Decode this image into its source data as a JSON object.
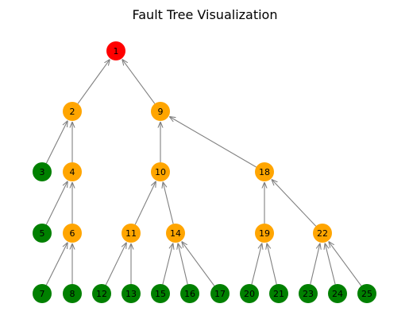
{
  "title": "Fault Tree Visualization",
  "colors": {
    "top_event": "#ff0000",
    "intermediate_event": "#ffa500",
    "basic_event": "#008000",
    "edge": "#808080"
  },
  "nodes": [
    {
      "id": "1",
      "label": "1",
      "kind": "top_event"
    },
    {
      "id": "2",
      "label": "2",
      "kind": "intermediate_event"
    },
    {
      "id": "9",
      "label": "9",
      "kind": "intermediate_event"
    },
    {
      "id": "3",
      "label": "3",
      "kind": "basic_event"
    },
    {
      "id": "4",
      "label": "4",
      "kind": "intermediate_event"
    },
    {
      "id": "10",
      "label": "10",
      "kind": "intermediate_event"
    },
    {
      "id": "18",
      "label": "18",
      "kind": "intermediate_event"
    },
    {
      "id": "5",
      "label": "5",
      "kind": "basic_event"
    },
    {
      "id": "6",
      "label": "6",
      "kind": "intermediate_event"
    },
    {
      "id": "11",
      "label": "11",
      "kind": "intermediate_event"
    },
    {
      "id": "14",
      "label": "14",
      "kind": "intermediate_event"
    },
    {
      "id": "19",
      "label": "19",
      "kind": "intermediate_event"
    },
    {
      "id": "22",
      "label": "22",
      "kind": "intermediate_event"
    },
    {
      "id": "7",
      "label": "7",
      "kind": "basic_event"
    },
    {
      "id": "8",
      "label": "8",
      "kind": "basic_event"
    },
    {
      "id": "12",
      "label": "12",
      "kind": "basic_event"
    },
    {
      "id": "13",
      "label": "13",
      "kind": "basic_event"
    },
    {
      "id": "15",
      "label": "15",
      "kind": "basic_event"
    },
    {
      "id": "16",
      "label": "16",
      "kind": "basic_event"
    },
    {
      "id": "17",
      "label": "17",
      "kind": "basic_event"
    },
    {
      "id": "20",
      "label": "20",
      "kind": "basic_event"
    },
    {
      "id": "21",
      "label": "21",
      "kind": "basic_event"
    },
    {
      "id": "23",
      "label": "23",
      "kind": "basic_event"
    },
    {
      "id": "24",
      "label": "24",
      "kind": "basic_event"
    },
    {
      "id": "25",
      "label": "25",
      "kind": "basic_event"
    }
  ],
  "edges": [
    {
      "from": "2",
      "to": "1"
    },
    {
      "from": "9",
      "to": "1"
    },
    {
      "from": "3",
      "to": "2"
    },
    {
      "from": "4",
      "to": "2"
    },
    {
      "from": "10",
      "to": "9"
    },
    {
      "from": "18",
      "to": "9"
    },
    {
      "from": "5",
      "to": "4"
    },
    {
      "from": "6",
      "to": "4"
    },
    {
      "from": "11",
      "to": "10"
    },
    {
      "from": "14",
      "to": "10"
    },
    {
      "from": "19",
      "to": "18"
    },
    {
      "from": "22",
      "to": "18"
    },
    {
      "from": "7",
      "to": "6"
    },
    {
      "from": "8",
      "to": "6"
    },
    {
      "from": "12",
      "to": "11"
    },
    {
      "from": "13",
      "to": "11"
    },
    {
      "from": "15",
      "to": "14"
    },
    {
      "from": "16",
      "to": "14"
    },
    {
      "from": "17",
      "to": "14"
    },
    {
      "from": "20",
      "to": "19"
    },
    {
      "from": "21",
      "to": "19"
    },
    {
      "from": "23",
      "to": "22"
    },
    {
      "from": "24",
      "to": "22"
    },
    {
      "from": "25",
      "to": "22"
    }
  ]
}
